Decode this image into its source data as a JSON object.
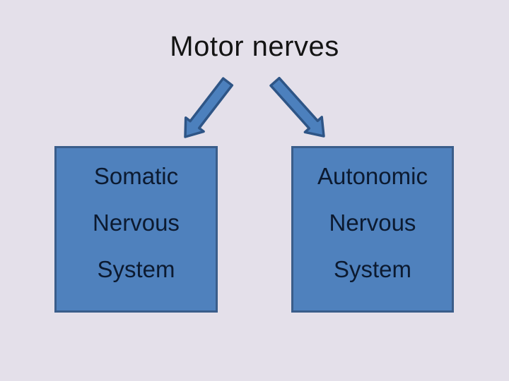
{
  "title": {
    "text": "Motor nerves"
  },
  "colors": {
    "background": "#e4e0ea",
    "title_text": "#141414",
    "box_fill": "#4f81bd",
    "box_border": "#3a5d8a",
    "box_text": "#0c1a30",
    "arrow_fill": "#4c80bd",
    "arrow_outline": "#2e5586"
  },
  "boxes": [
    {
      "id": "somatic",
      "lines": [
        "Somatic",
        "Nervous",
        "System"
      ]
    },
    {
      "id": "autonomic",
      "lines": [
        "Autonomic",
        "Nervous",
        "System"
      ]
    }
  ],
  "arrows": [
    {
      "icon": "arrow-down-left"
    },
    {
      "icon": "arrow-down-right"
    }
  ]
}
